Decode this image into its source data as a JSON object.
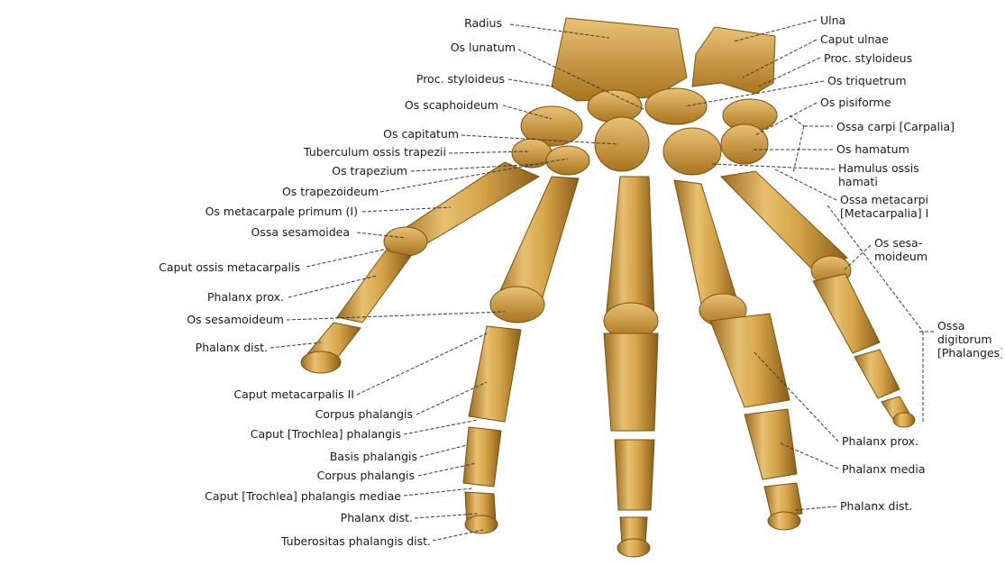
{
  "colors": {
    "bone": "#d6a54a",
    "bone_light": "#ecc978",
    "bone_dark": "#9a6b1e",
    "leader": "#3a3a3a"
  },
  "labels_left": [
    "Radius",
    "Os lunatum",
    "Proc. styloideus",
    "Os scaphoideum",
    "Os capitatum",
    "Tuberculum ossis trapezii",
    "Os trapezium",
    "Os trapezoideum",
    "Os metacarpale primum (I)",
    "Ossa sesamoidea",
    "Caput ossis metacarpalis",
    "Phalanx prox.",
    "Os sesamoideum",
    "Phalanx dist.",
    "Caput metacarpalis II",
    "Corpus phalangis",
    "Caput [Trochlea] phalangis",
    "Basis phalangis",
    "Corpus phalangis",
    "Caput [Trochlea] phalangis mediae",
    "Phalanx dist.",
    "Tuberositas phalangis dist."
  ],
  "labels_right": [
    "Ulna",
    "Caput ulnae",
    "Proc. styloideus",
    "Os triquetrum",
    "Os pisiforme",
    "Ossa carpi [Carpalia]",
    "Os hamatum",
    "Hamulus ossis hamati",
    "Ossa metacarpi [Metacarpalia] I",
    "Os sesa-moideum",
    "Ossa digitorum [Phalanges]",
    "Phalanx prox.",
    "Phalanx media",
    "Phalanx dist."
  ]
}
